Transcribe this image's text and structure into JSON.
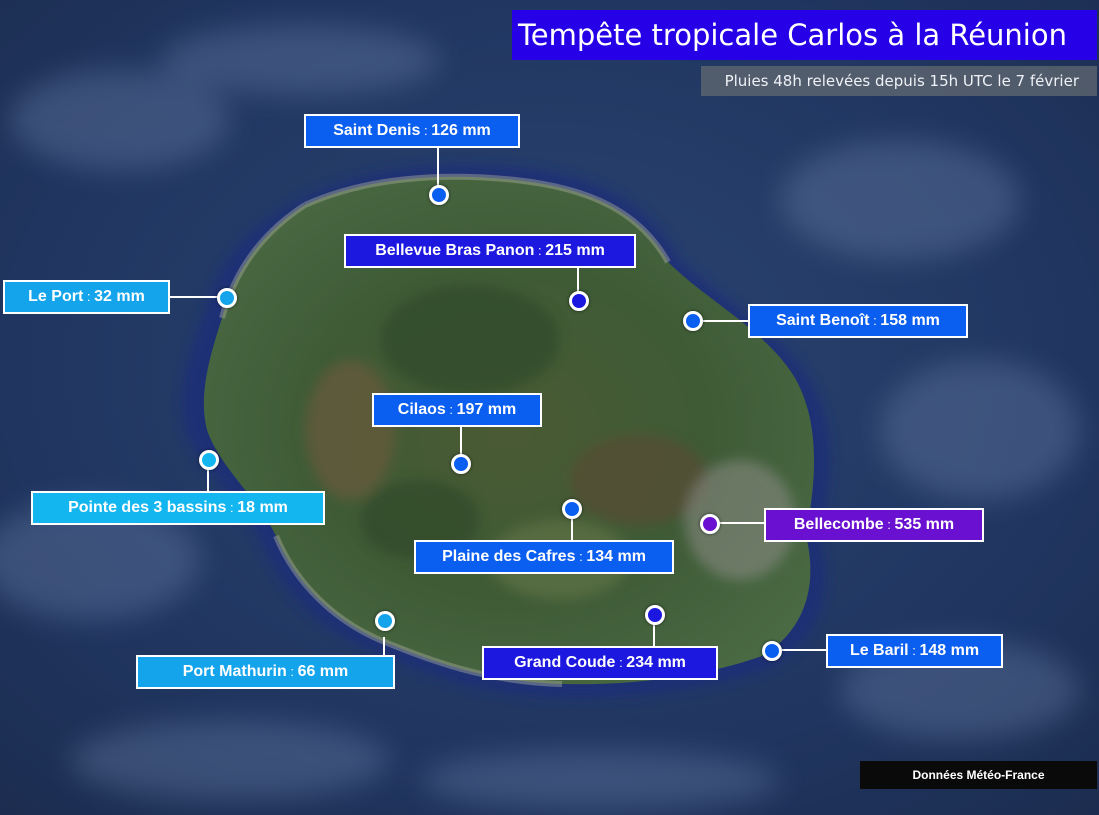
{
  "title": "Tempête tropicale Carlos à la Réunion",
  "subtitle": "Pluies 48h relevées depuis 15h UTC le 7 février",
  "source": "Données Météo-France",
  "label_separator": " : ",
  "stations": [
    {
      "name": "Saint Denis",
      "rain": "126 mm",
      "color": "#0a5ff0"
    },
    {
      "name": "Bellevue Bras Panon",
      "rain": "215 mm",
      "color": "#1c18e0"
    },
    {
      "name": "Le Port",
      "rain": "32 mm",
      "color": "#14a4ec"
    },
    {
      "name": "Saint Benoît",
      "rain": "158 mm",
      "color": "#0a5ff0"
    },
    {
      "name": "Cilaos",
      "rain": "197 mm",
      "color": "#0a5ff0"
    },
    {
      "name": "Pointe des 3 bassins",
      "rain": "18 mm",
      "color": "#14b6f0"
    },
    {
      "name": "Bellecombe",
      "rain": "535 mm",
      "color": "#6a10d0"
    },
    {
      "name": "Plaine des Cafres",
      "rain": "134 mm",
      "color": "#0a5ff0"
    },
    {
      "name": "Port Mathurin",
      "rain": "66 mm",
      "color": "#14a4ec"
    },
    {
      "name": "Grand Coude",
      "rain": "234 mm",
      "color": "#1c18e0"
    },
    {
      "name": "Le Baril",
      "rain": "148 mm",
      "color": "#0a5ff0"
    }
  ],
  "colors": {
    "title_bg": "#2600e6",
    "ocean": "#23385f",
    "land": "#3c5a35"
  }
}
